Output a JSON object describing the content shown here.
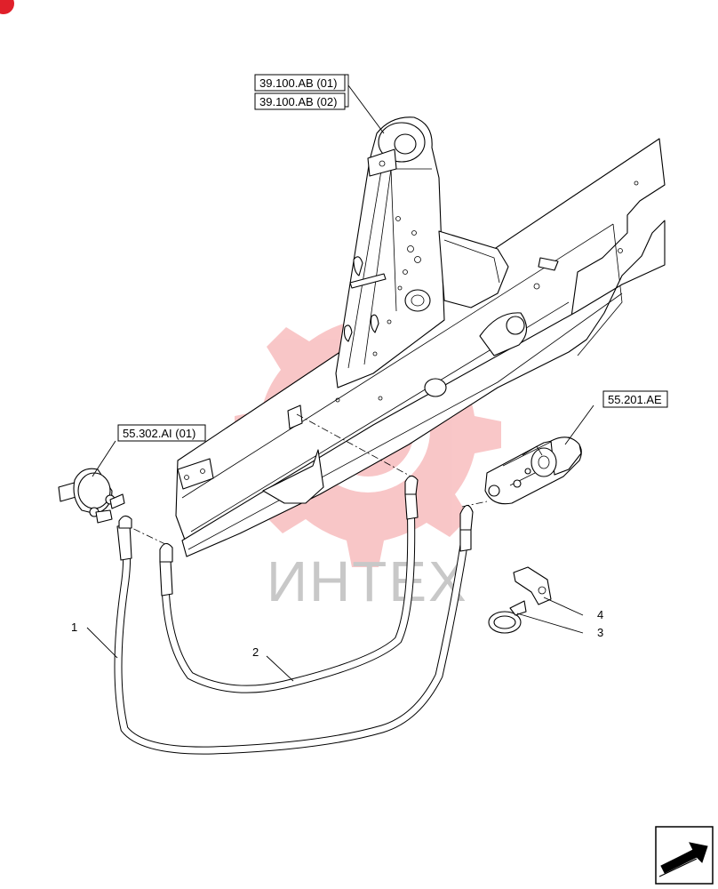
{
  "references": [
    {
      "id": "ref-39-100-ab-01",
      "label": "39.100.AB (01)"
    },
    {
      "id": "ref-39-100-ab-02",
      "label": "39.100.AB (02)"
    },
    {
      "id": "ref-55-302-ai-01",
      "label": "55.302.AI (01)"
    },
    {
      "id": "ref-55-201-ae",
      "label": "55.201.AE"
    }
  ],
  "callouts": [
    "1",
    "2",
    "3",
    "4"
  ],
  "watermark": {
    "text": "ИНТЕХ",
    "color": "#e8353a"
  },
  "nav_icon": "next-page-arrow-icon"
}
